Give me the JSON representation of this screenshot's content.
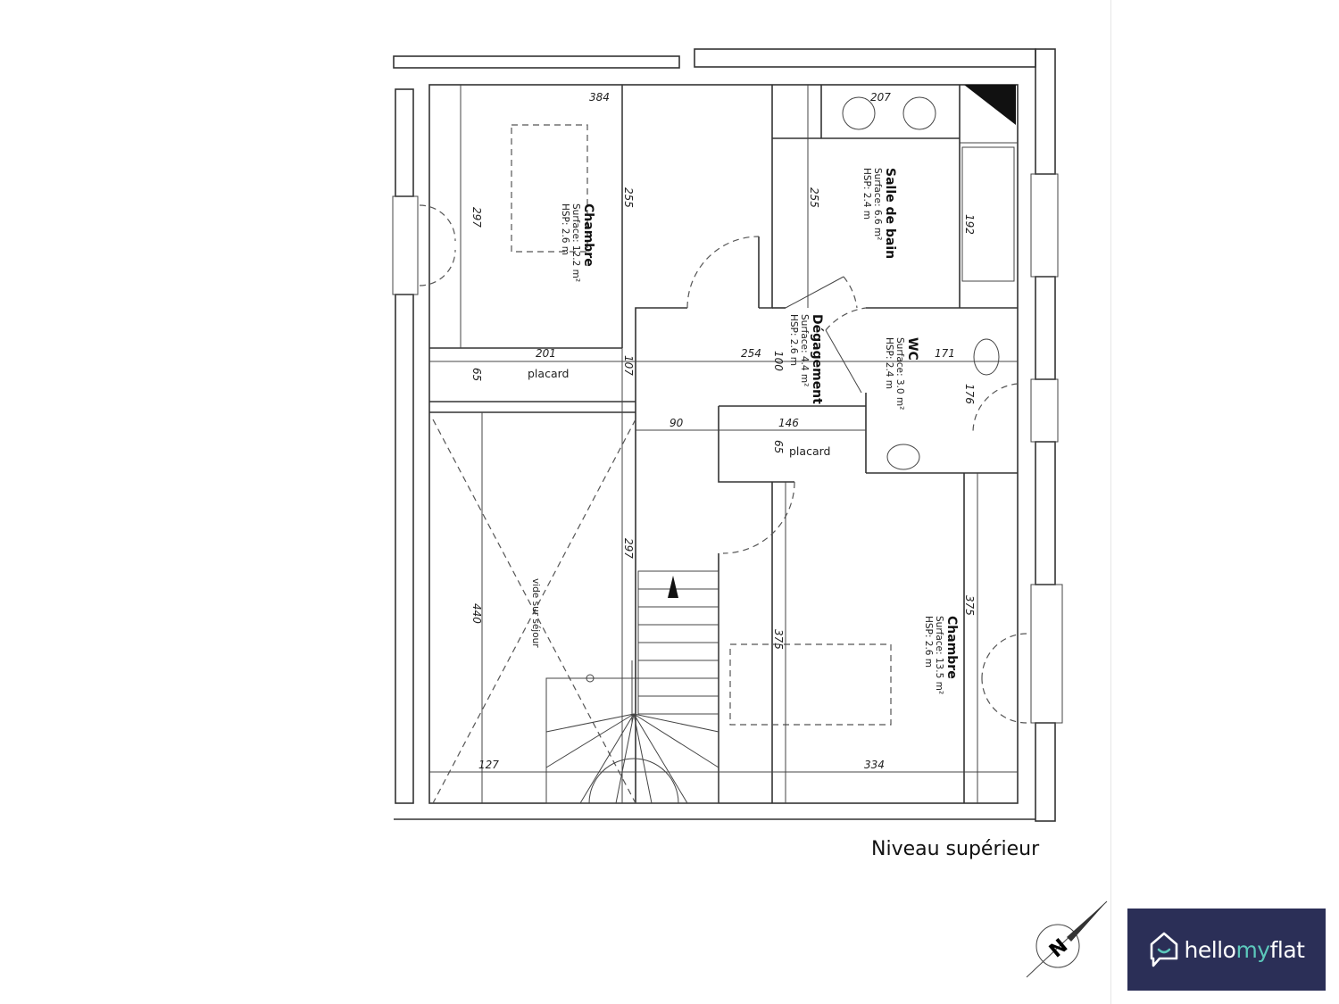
{
  "caption": "Niveau supérieur",
  "rooms": [
    {
      "name": "Chambre",
      "surface": "Surface: 12.2 m²",
      "hsp": "HSP: 2.6 m"
    },
    {
      "name": "Salle de bain",
      "surface": "Surface: 6.6 m²",
      "hsp": "HSP: 2.4 m"
    },
    {
      "name": "Dégagement",
      "surface": "Surface: 4.4 m²",
      "hsp": "HSP: 2.6 m"
    },
    {
      "name": "WC",
      "surface": "Surface: 3.0 m²",
      "hsp": "HSP: 2.4 m"
    },
    {
      "name": "Chambre",
      "surface": "Surface: 13.5 m²",
      "hsp": "HSP: 2.6 m"
    }
  ],
  "placards": [
    "placard",
    "placard"
  ],
  "void_label": "vide sur séjour",
  "dimensions": [
    "384",
    "207",
    "255",
    "255",
    "297",
    "192",
    "201",
    "65",
    "107",
    "254",
    "100",
    "171",
    "176",
    "90",
    "146",
    "65",
    "297",
    "440",
    "375",
    "375",
    "127",
    "334"
  ],
  "compass": "N",
  "logo": {
    "part1": "hello",
    "part2": "my",
    "part3": "flat",
    "background": "#2b2f57",
    "accent": "#5cc8bb"
  }
}
